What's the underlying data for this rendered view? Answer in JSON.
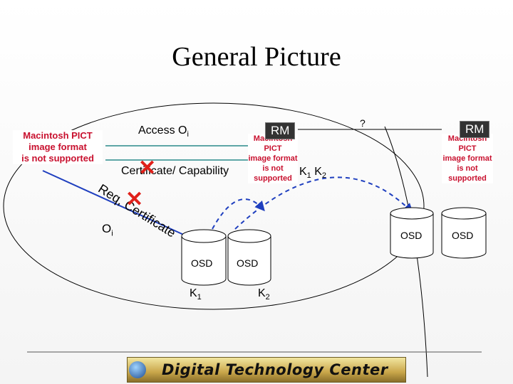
{
  "slide": {
    "title": "General Picture"
  },
  "labels": {
    "access": "Access O",
    "access_sub": "i",
    "certificate": "Certificate/ Capability",
    "req": "Req, Certificate",
    "oi": "O",
    "oi_sub": "i",
    "question": "?",
    "keys": "K",
    "keys_sub1": "1",
    "keys_mid": " K",
    "keys_sub2": "2"
  },
  "nodes": {
    "rm_left": "RM",
    "rm_right": "RM",
    "osd_center_left": "OSD",
    "osd_center_right": "OSD",
    "osd_right_1": "OSD",
    "osd_right_2": "OSD",
    "k1": "K",
    "k1_sub": "1",
    "k2": "K",
    "k2_sub": "2"
  },
  "placeholders": {
    "pict_line1": "Macintosh PICT",
    "pict_line2": "image format",
    "pict_line3": "is not supported"
  },
  "footer": {
    "logo_text": "Digital Technology Center"
  },
  "colors": {
    "arrow_blue": "#1f3fbf",
    "teal_line": "#2a8a8a",
    "cross_red": "#e0201a",
    "pict_red": "#c8102e"
  }
}
